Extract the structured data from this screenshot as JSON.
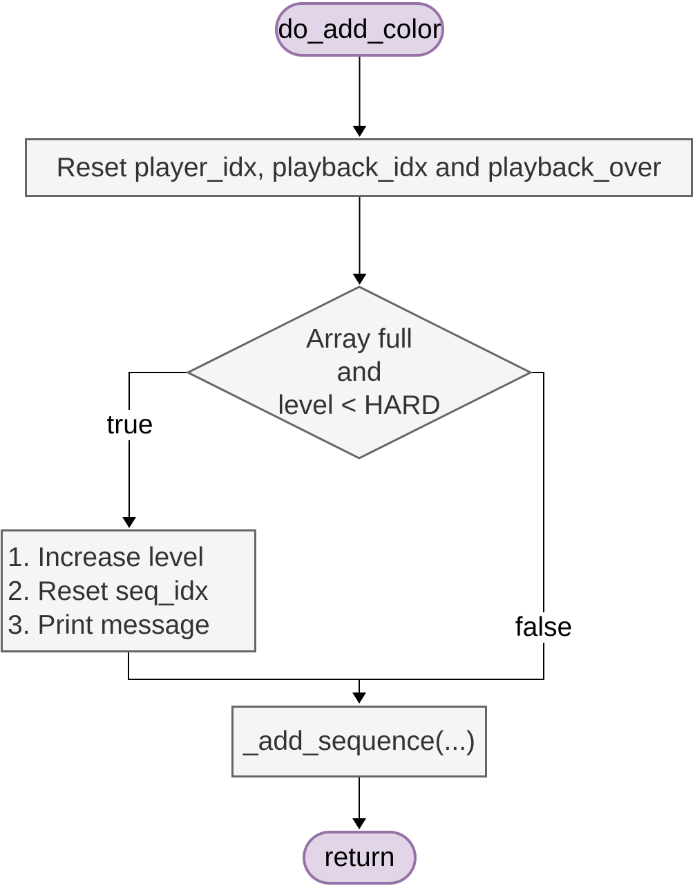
{
  "colors": {
    "terminal_fill": "#e1d5e7",
    "terminal_stroke": "#9673a6",
    "process_fill": "#f5f5f5",
    "process_stroke": "#666666",
    "shape_text": "#333333",
    "edge_color": "#000000",
    "label_text": "#000000",
    "canvas_bg": "#ffffff"
  },
  "nodes": {
    "start": {
      "label": "do_add_color"
    },
    "reset": {
      "label": "Reset player_idx, playback_idx and playback_over"
    },
    "decision": {
      "lines": [
        "Array full",
        "and",
        "level < HARD"
      ]
    },
    "true_block": {
      "lines": [
        "1. Increase level",
        "2. Reset seq_idx",
        "3. Print message"
      ]
    },
    "add_sequence": {
      "label": "_add_sequence(...)"
    },
    "end": {
      "label": "return"
    }
  },
  "edge_labels": {
    "true_label": "true",
    "false_label": "false"
  }
}
